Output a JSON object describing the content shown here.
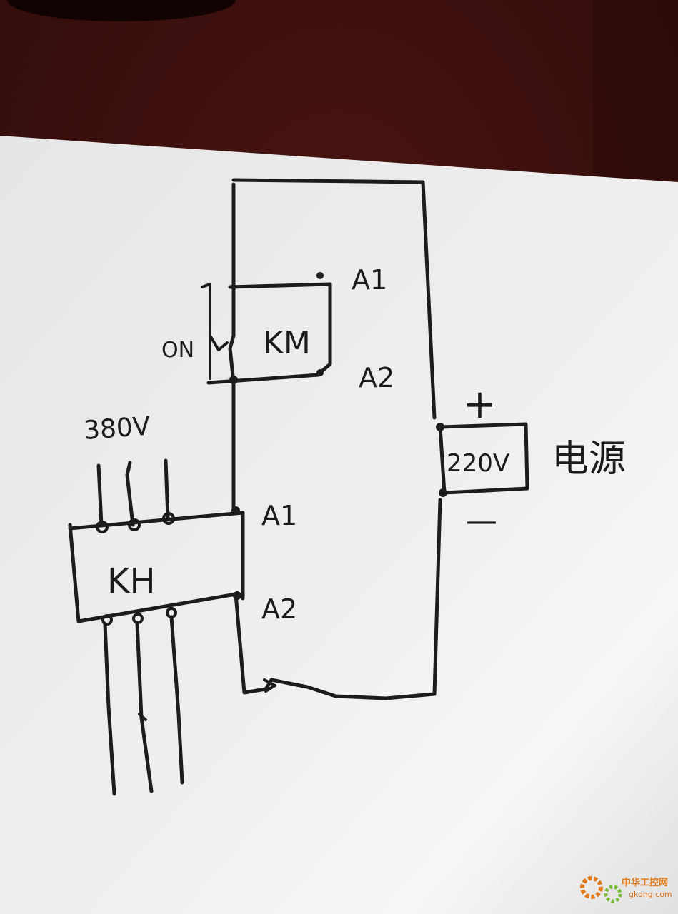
{
  "labels": {
    "km": "KM",
    "kh": "KH",
    "on": "ON",
    "voltage_3phase": "380V",
    "supply_voltage": "220V",
    "supply_name": "电源",
    "plus": "+",
    "minus": "—",
    "km_a1": "A1",
    "km_a2": "A2",
    "kh_a1": "A1",
    "kh_a2": "A2"
  },
  "watermark": {
    "title": "中华工控网",
    "url": "gkong.com"
  },
  "colors": {
    "paper": "#ececec",
    "ink": "#1c1c1c",
    "background": "#3a0f0d",
    "watermark": "#e07a1a"
  }
}
